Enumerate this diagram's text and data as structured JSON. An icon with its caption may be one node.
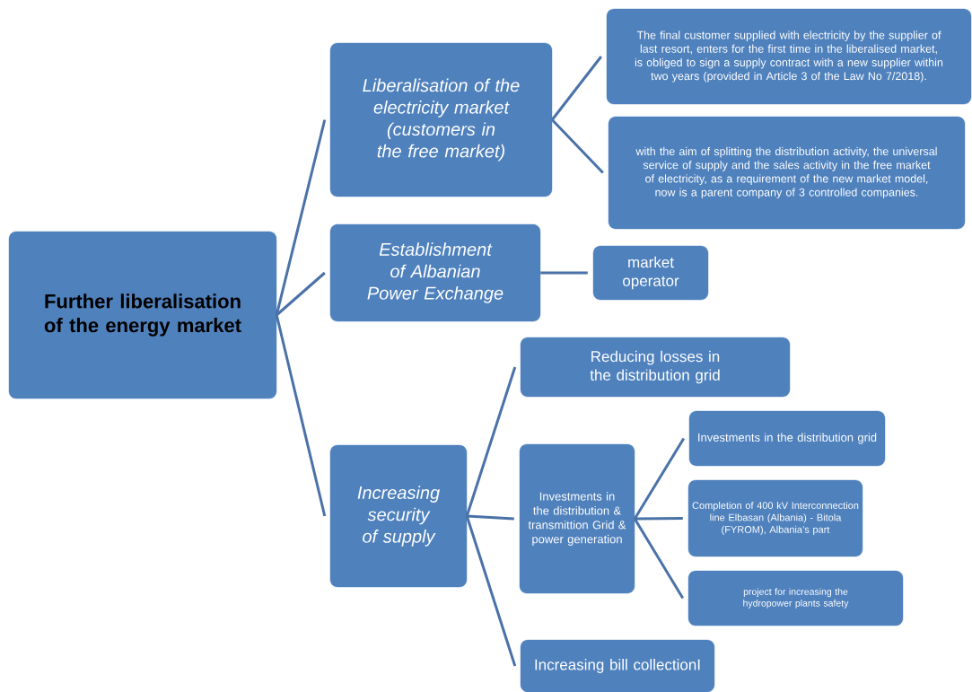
{
  "diagram": {
    "nodes": [
      {
        "text": [
          "Further liberalisation of the energy market"
        ]
      },
      {
        "text": [
          "Liberalisation of the electricity market (customers in the free market)"
        ]
      },
      {
        "text": [
          "Establishment of Albanian Power Exchange"
        ]
      },
      {
        "text": [
          "Increasing security of supply"
        ]
      },
      {
        "text": [
          "The final customer supplied with electricity by the supplier of last resort, enters for the first time in the liberalised market, is obliged to sign a supply contract with a new supplier within two years  (provided in Article 3 of the Law No 7/2018)."
        ]
      },
      {
        "text": [
          "with the aim of splitting the distribution activity, the universal service of supply and the sales activity in the free market of electricity, as a requirement of the new market model, now is a parent company of 3 controlled companies."
        ]
      },
      {
        "text": [
          "market operator"
        ]
      },
      {
        "text": [
          "Reducing  losses in the distribution grid"
        ]
      },
      {
        "text": [
          "Investments in the distribution & transmittion Grid & power generation"
        ]
      },
      {
        "text": [
          "Increasing bill collectionI"
        ]
      },
      {
        "text": [
          "Investments in the distribution grid"
        ]
      },
      {
        "text": [
          "Completion of 400 kV Interconnection line Elbasan (Albania) - Bitola (FYROM), Albania’s part"
        ]
      },
      {
        "text": [
          "project for increasing the hydropower plants safety"
        ]
      }
    ],
    "edges": [
      {
        "from": 0,
        "to": 1,
        "arrow": "none"
      },
      {
        "from": 0,
        "to": 2,
        "arrow": "none"
      },
      {
        "from": 0,
        "to": 3,
        "arrow": "none"
      },
      {
        "from": 1,
        "to": 4,
        "arrow": "none"
      },
      {
        "from": 1,
        "to": 5,
        "arrow": "none"
      },
      {
        "from": 2,
        "to": 6,
        "arrow": "none"
      },
      {
        "from": 3,
        "to": 7,
        "arrow": "none"
      },
      {
        "from": 3,
        "to": 8,
        "arrow": "none"
      },
      {
        "from": 3,
        "to": 9,
        "arrow": "none"
      },
      {
        "from": 8,
        "to": 10,
        "arrow": "none"
      },
      {
        "from": 8,
        "to": 11,
        "arrow": "none"
      },
      {
        "from": 8,
        "to": 12,
        "arrow": "none"
      }
    ]
  }
}
